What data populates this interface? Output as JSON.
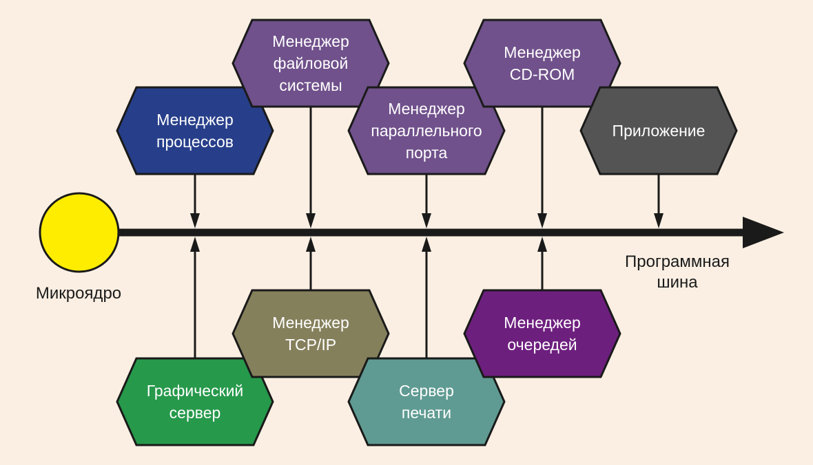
{
  "kernel": {
    "label": "Микроядро",
    "color": "#ffed00"
  },
  "bus": {
    "label_lines": [
      "Программная",
      "шина"
    ],
    "color": "#1a1a1a"
  },
  "modules_top": [
    {
      "lines": [
        "Менеджер",
        "процессов"
      ],
      "color": "#273f8a"
    },
    {
      "lines": [
        "Менеджер",
        "файловой",
        "системы"
      ],
      "color": "#70518b"
    },
    {
      "lines": [
        "Менеджер",
        "параллельного",
        "порта"
      ],
      "color": "#70518b"
    },
    {
      "lines": [
        "Менеджер",
        "CD-ROM"
      ],
      "color": "#70518b"
    },
    {
      "lines": [
        "Приложение"
      ],
      "color": "#545454"
    }
  ],
  "modules_bottom": [
    {
      "lines": [
        "Графический",
        "сервер"
      ],
      "color": "#26994b"
    },
    {
      "lines": [
        "Менеджер",
        "TCP/IP"
      ],
      "color": "#85805c"
    },
    {
      "lines": [
        "Сервер",
        "печати"
      ],
      "color": "#5f9b92"
    },
    {
      "lines": [
        "Менеджер",
        "очередей"
      ],
      "color": "#6d1f7e"
    }
  ],
  "background": "#fbefe3"
}
